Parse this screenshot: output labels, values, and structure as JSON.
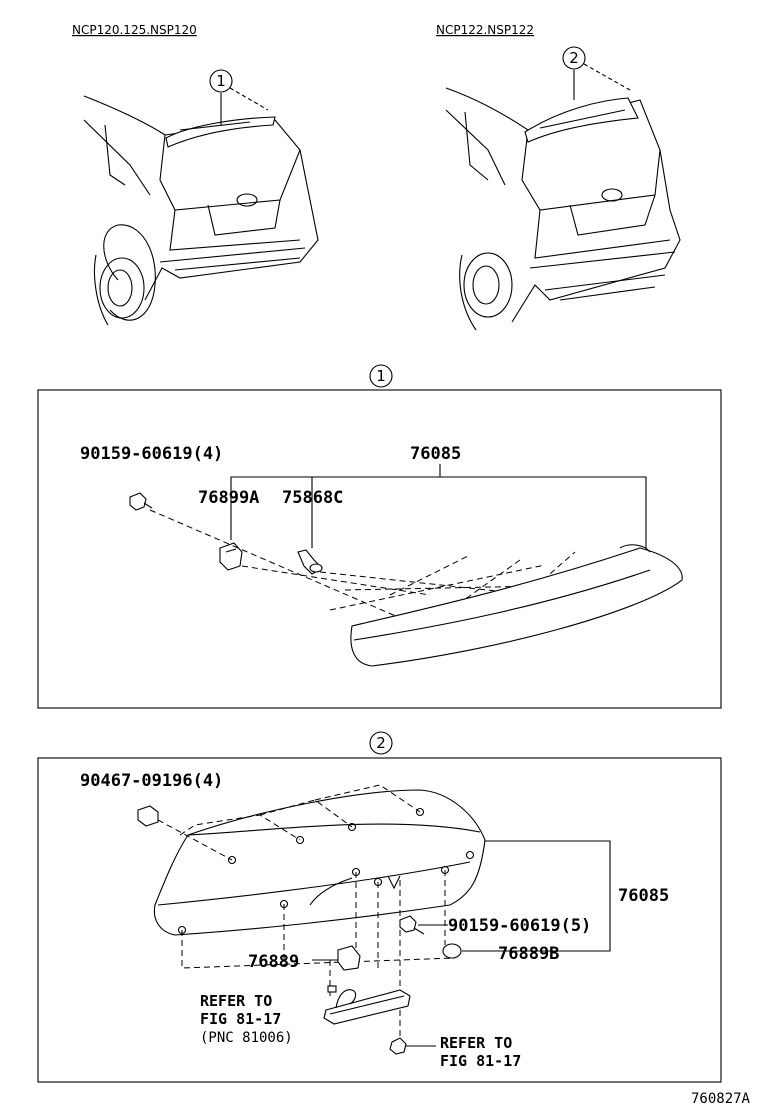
{
  "variants": {
    "left": "NCP120.125.NSP120",
    "right": "NCP122.NSP122"
  },
  "callouts": {
    "one": "1",
    "two": "2"
  },
  "panel1": {
    "bolt": "90159-60619(4)",
    "assembly": "76085",
    "clip_a": "76899A",
    "clip_c": "75868C"
  },
  "panel2": {
    "nut": "90467-09196(4)",
    "assembly": "76085",
    "bolt": "90159-60619(5)",
    "grommet": "76889B",
    "clip": "76889",
    "refer1_l1": "REFER TO",
    "refer1_l2": "FIG 81-17",
    "refer1_l3": "(PNC 81006)",
    "refer2_l1": "REFER TO",
    "refer2_l2": "FIG 81-17"
  },
  "figure_id": "760827A"
}
